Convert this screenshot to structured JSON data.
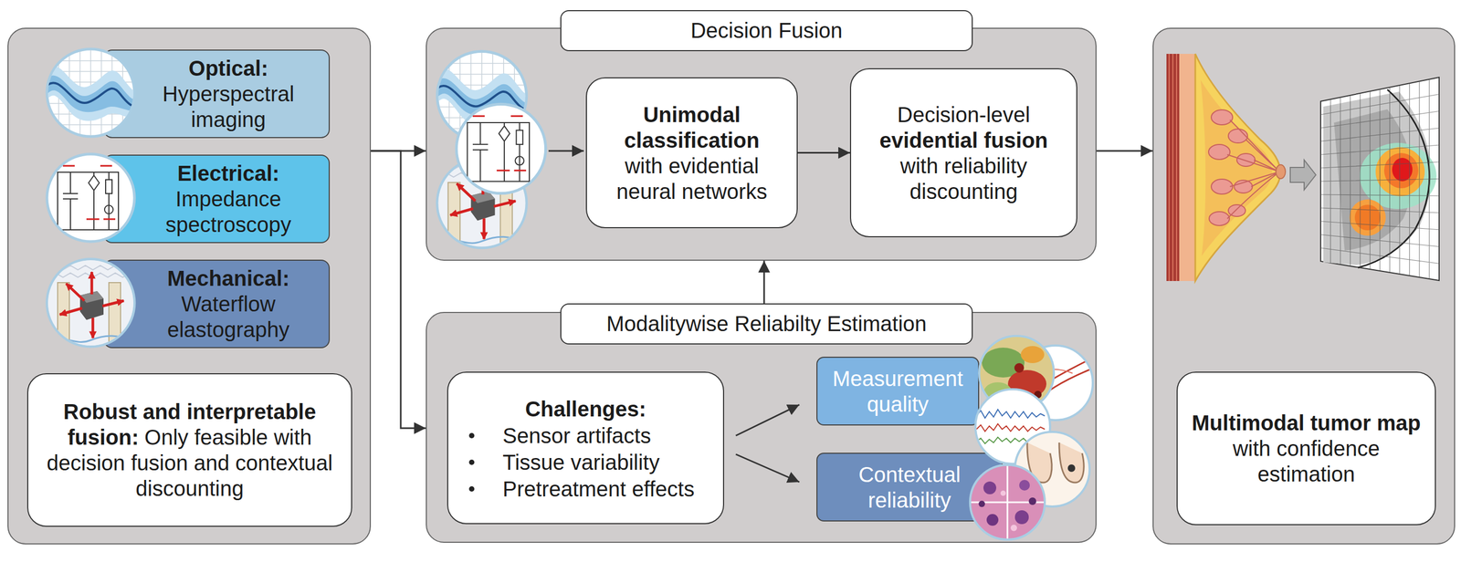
{
  "diagram": {
    "nodes": [
      {
        "text": []
      },
      {
        "text": [
          "Optical:",
          "Hyperspectral imaging"
        ],
        "in": 0
      },
      {
        "text": [
          "Electrical:",
          "Impedance spectroscopy"
        ],
        "in": 0
      },
      {
        "text": [
          "Mechanical:",
          "Waterflow elastography"
        ],
        "in": 0
      },
      {
        "text": [
          "Robust and interpretable fusion:",
          "Only feasible with decision fusion and contextual discounting"
        ],
        "in": 0
      },
      {
        "text": [
          "Decision Fusion"
        ]
      },
      {
        "text": [
          "Unimodal classification",
          "with evidential neural networks"
        ],
        "in": 5
      },
      {
        "text": [
          "Decision-level",
          "evidential fusion",
          "with reliability discounting"
        ],
        "in": 5
      },
      {
        "text": [
          "Modalitywise Reliabilty Estimation"
        ]
      },
      {
        "text": [
          "Challenges:",
          "Sensor artifacts",
          "Tissue variability",
          "Pretreatment effects"
        ],
        "in": 8
      },
      {
        "text": [
          "Measurement quality"
        ],
        "in": 8
      },
      {
        "text": [
          "Contextual reliability"
        ],
        "in": 8
      },
      {
        "text": []
      },
      {
        "text": [
          "Multimodal tumor map",
          "with confidence estimation"
        ],
        "in": 12
      }
    ],
    "edges": [
      {
        "from": 0,
        "to": 5,
        "arrow": "to"
      },
      {
        "from": 0,
        "to": 8,
        "arrow": "to"
      },
      {
        "from": 6,
        "to": 7,
        "arrow": "to"
      },
      {
        "from": 8,
        "to": 5,
        "arrow": "to"
      },
      {
        "from": 9,
        "to": 10,
        "arrow": "to"
      },
      {
        "from": 9,
        "to": 11,
        "arrow": "to"
      },
      {
        "from": 5,
        "to": 12,
        "arrow": "to"
      }
    ]
  }
}
